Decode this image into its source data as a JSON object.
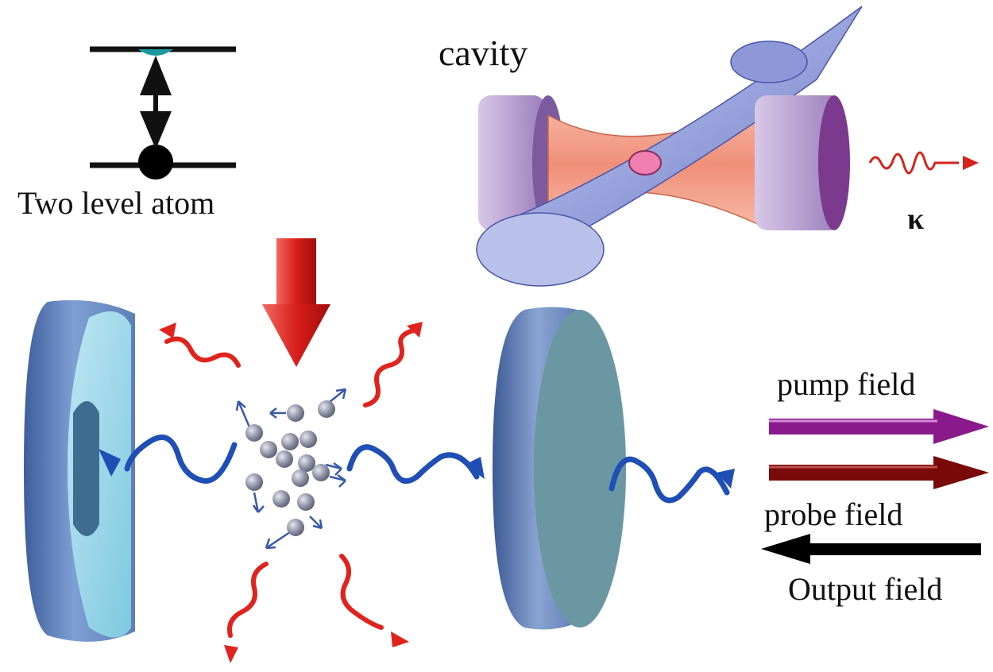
{
  "labels": {
    "two_level_atom": "Two level atom",
    "cavity": "cavity",
    "kappa": "κ",
    "pump_field": "pump field",
    "probe_field": "probe field",
    "output_field": "Output field"
  },
  "colors": {
    "pump_arrow": "#8a1a8c",
    "probe_arrow": "#7a0a0a",
    "output_arrow": "#000000",
    "photon_wave": "#1f4fb5",
    "spontaneous_emission": "#e0231c",
    "drive_arrow": "#d81e1a",
    "mirror_blue": "#6f8fc4",
    "mirror_teal": "#6a97a2",
    "atom_sphere": "#8d8fa3",
    "cavity_mode": "#f4a18a",
    "cavity_mirror": "#a98bc6"
  },
  "icons": {
    "energy_level": "two-level-diagram-icon",
    "cavity": "optical-cavity-icon",
    "atoms": "atom-cloud-icon",
    "drive": "downward-red-arrow-icon"
  }
}
